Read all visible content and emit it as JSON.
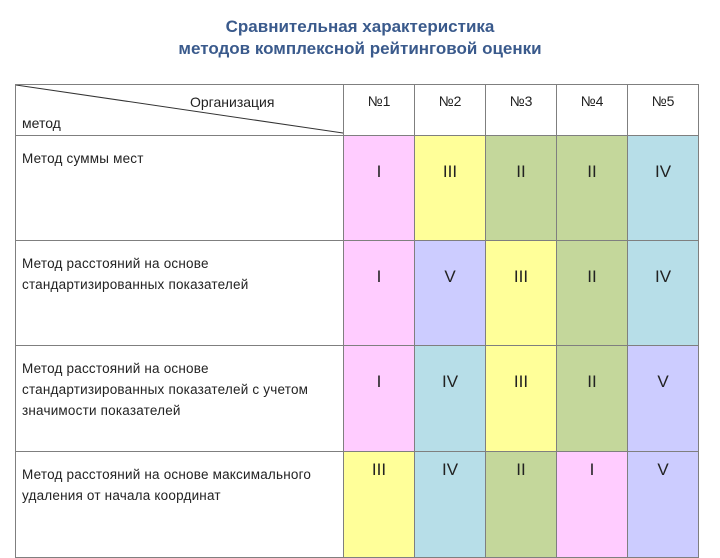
{
  "title": {
    "line1": "Сравнительная характеристика",
    "line2": "методов комплексной рейтинговой оценки"
  },
  "table": {
    "corner": {
      "top_label": "Организация",
      "bottom_label": "метод"
    },
    "columns": [
      "№1",
      "№2",
      "№3",
      "№4",
      "№5"
    ],
    "rows": [
      {
        "method": "Метод суммы мест",
        "ranks": [
          "I",
          "III",
          "II",
          "II",
          "IV"
        ],
        "colors": [
          "#ffccff",
          "#ffff99",
          "#c4d79b",
          "#c4d79b",
          "#b7dee8"
        ]
      },
      {
        "method": "Метод расстояний на основе стандартизированных показателей",
        "ranks": [
          "I",
          "V",
          "III",
          "II",
          "IV"
        ],
        "colors": [
          "#ffccff",
          "#ccccff",
          "#ffff99",
          "#c4d79b",
          "#b7dee8"
        ]
      },
      {
        "method": "Метод расстояний на основе стандартизированных показателей с учетом значимости показателей",
        "ranks": [
          "I",
          "IV",
          "III",
          "II",
          "V"
        ],
        "colors": [
          "#ffccff",
          "#b7dee8",
          "#ffff99",
          "#c4d79b",
          "#ccccff"
        ]
      },
      {
        "method": "Метод расстояний на основе максимального удаления от начала координат",
        "ranks": [
          "III",
          "IV",
          "II",
          "I",
          "V"
        ],
        "colors": [
          "#ffff99",
          "#b7dee8",
          "#c4d79b",
          "#ffccff",
          "#ccccff"
        ]
      }
    ]
  }
}
